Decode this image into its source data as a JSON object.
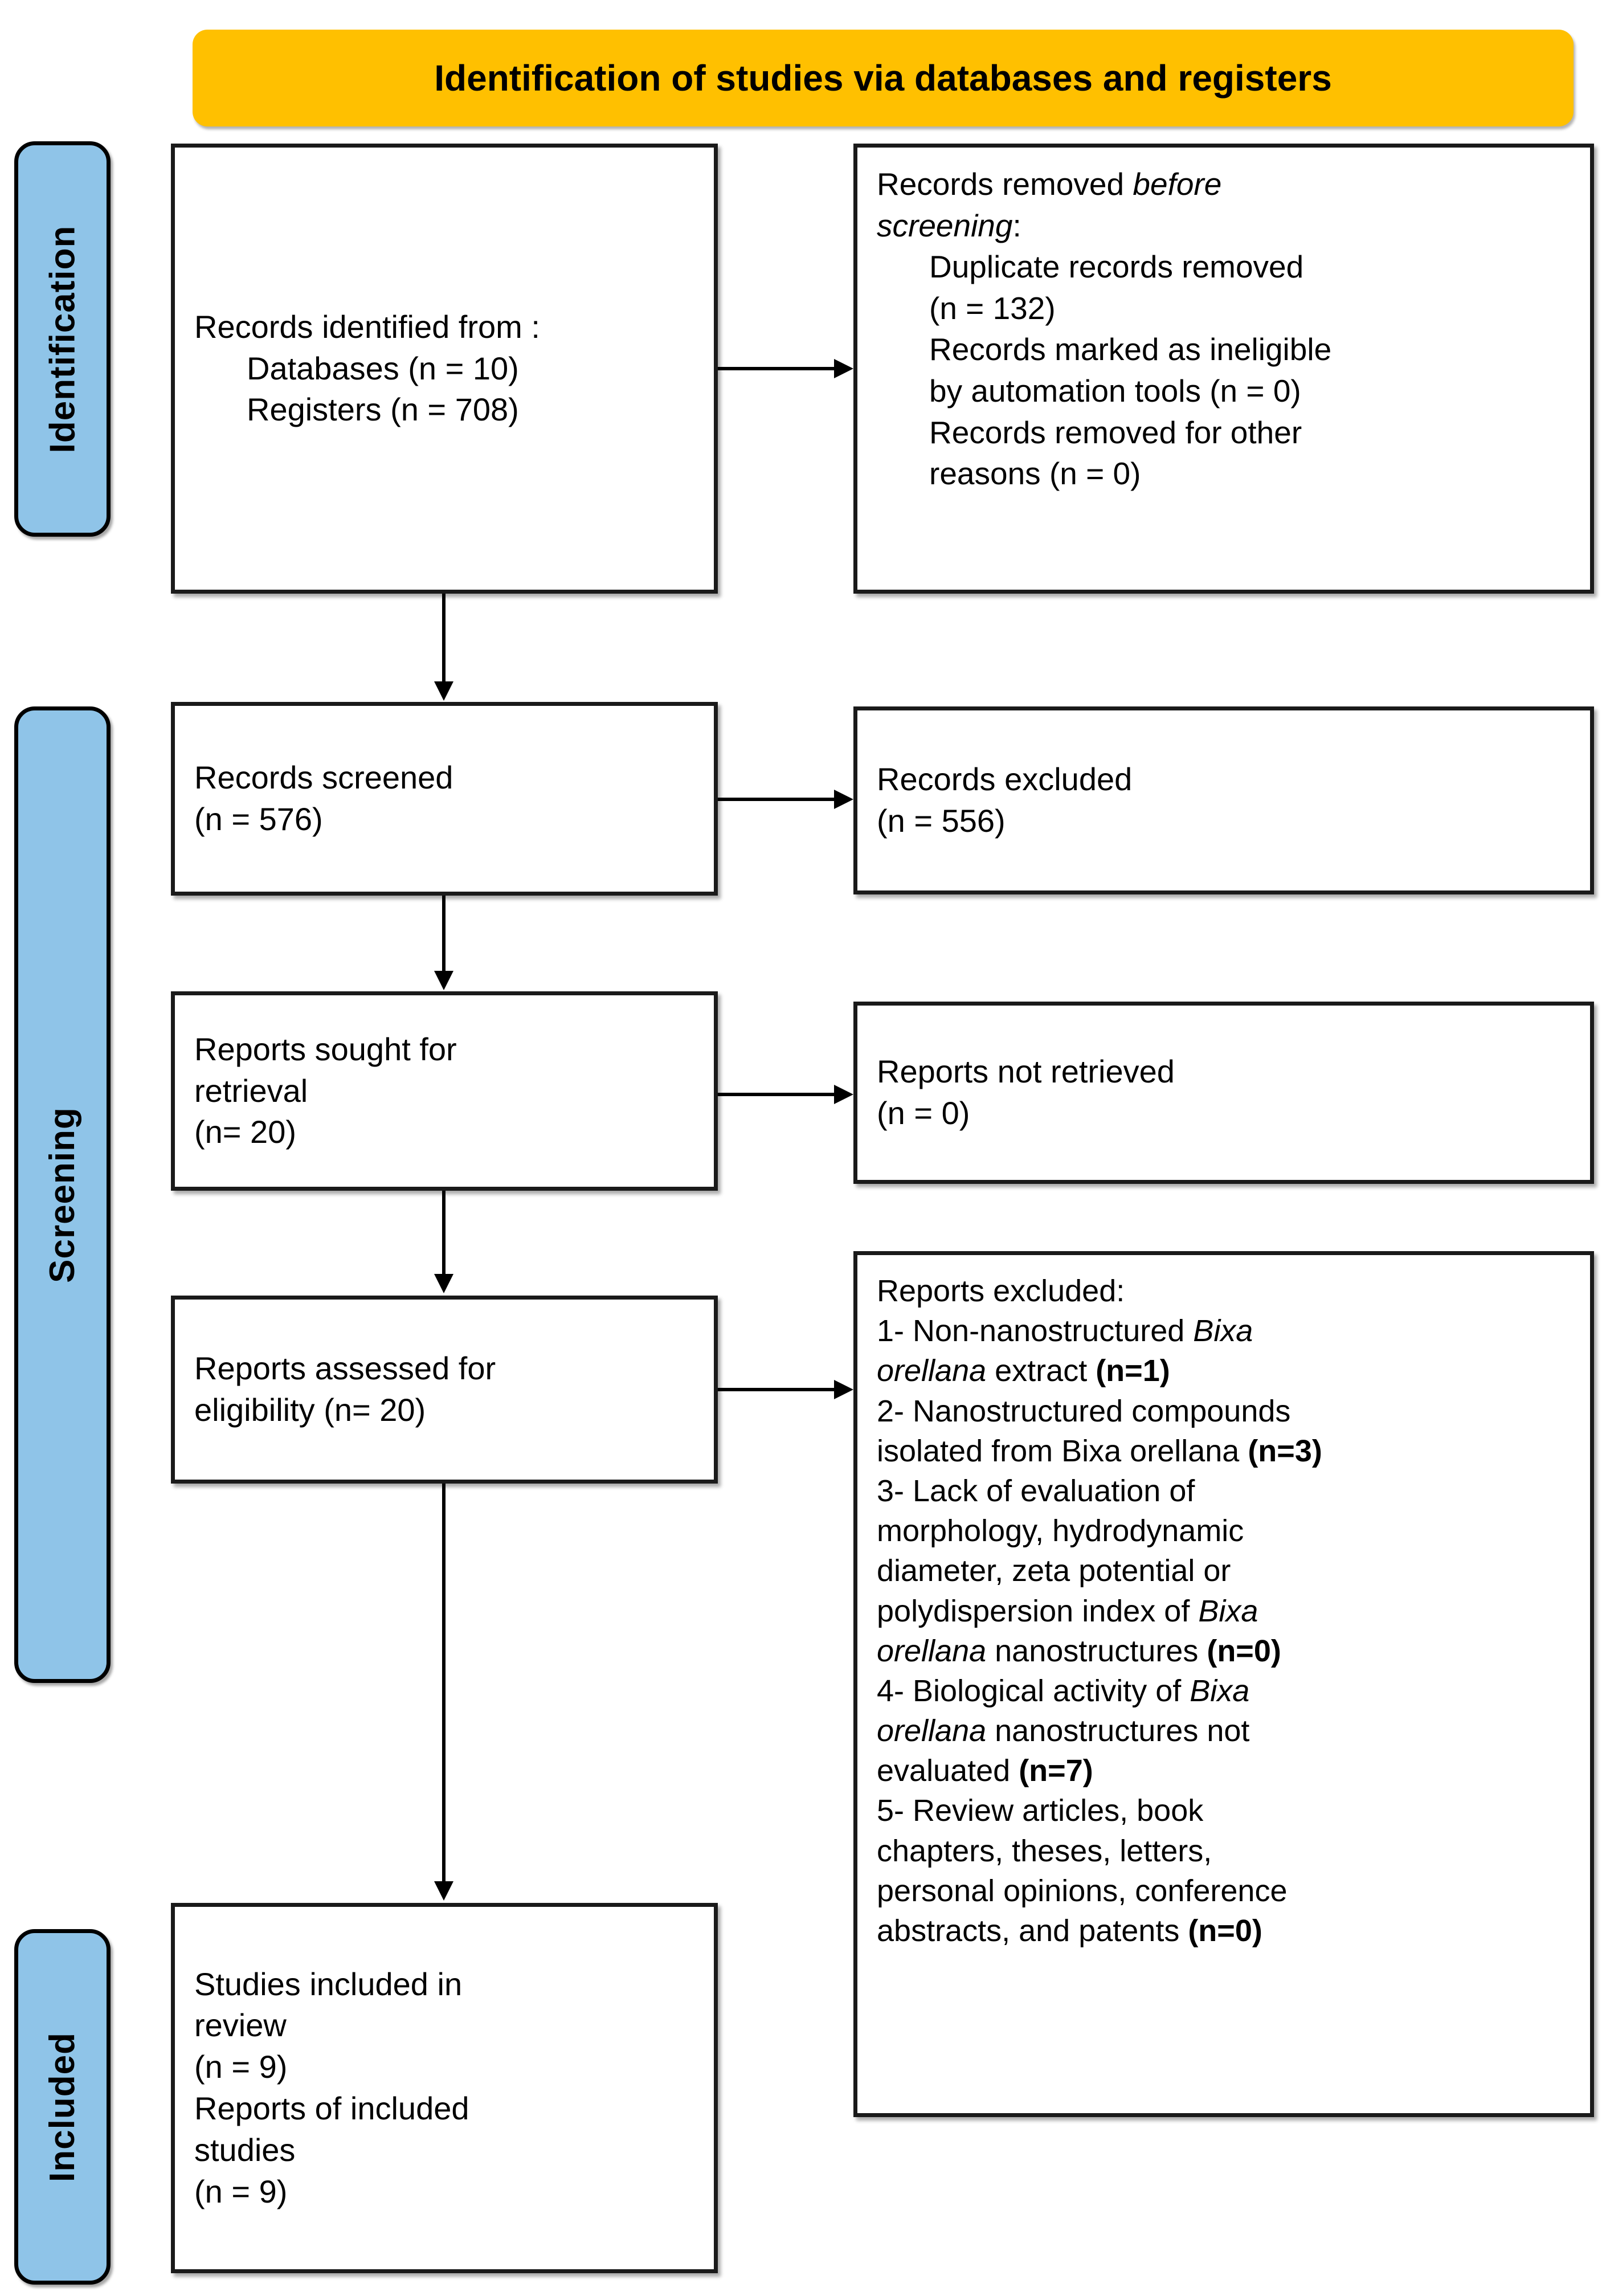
{
  "title": {
    "text": "Identification of studies via databases and registers",
    "background": "#FFC000"
  },
  "stages": {
    "identification": "Identification",
    "screening": "Screening",
    "included": "Included",
    "background": "#8FC4E8"
  },
  "boxes": {
    "identified": {
      "line1": "Records identified from :",
      "line2": "Databases (n = 10)",
      "line3": "Registers (n = 708)"
    },
    "removed": {
      "line1_prefix": "Records removed ",
      "line1_italic": "before",
      "line2_italic": "screening",
      "line2_suffix": ":",
      "line3": "Duplicate records removed",
      "line4": "(n = 132)",
      "line5": "Records marked as ineligible",
      "line6": "by automation tools (n = 0)",
      "line7": "Records removed for other",
      "line8": "reasons (n = 0)"
    },
    "screened": {
      "line1": "Records screened",
      "line2": "(n = 576)"
    },
    "excluded": {
      "line1": "Records excluded",
      "line2": "(n = 556)"
    },
    "sought": {
      "line1": "Reports sought for",
      "line2": "retrieval",
      "line3": "(n= 20)"
    },
    "not_retrieved": {
      "line1": "Reports not retrieved",
      "line2": "(n = 0)"
    },
    "assessed": {
      "line1": "Reports assessed for",
      "line2": "eligibility (n= 20)"
    },
    "reports_excluded": {
      "heading": "Reports excluded:",
      "item1_a": "1- Non-nanostructured ",
      "item1_italic1": "Bixa",
      "item1_italic2": "orellana",
      "item1_b": " extract ",
      "item1_bold": "(n=1)",
      "item2_a": "2- Nanostructured compounds",
      "item2_b": "isolated from Bixa orellana ",
      "item2_bold": "(n=3)",
      "item3_a": "3- Lack of evaluation of",
      "item3_b": "morphology, hydrodynamic",
      "item3_c": "diameter, zeta potential or",
      "item3_d": "polydispersion index of ",
      "item3_italic1": "Bixa",
      "item3_italic2": "orellana",
      "item3_e": " nanostructures ",
      "item3_bold": "(n=0)",
      "item4_a": "4- Biological activity of ",
      "item4_italic1": "Bixa",
      "item4_italic2": "orellana",
      "item4_b": " nanostructures not",
      "item4_c": "evaluated ",
      "item4_bold": "(n=7)",
      "item5_a": "5- Review articles, book",
      "item5_b": "chapters, theses, letters,",
      "item5_c": "personal opinions, conference",
      "item5_d": "abstracts, and patents ",
      "item5_bold": "(n=0)"
    },
    "included": {
      "line1": "Studies included in",
      "line2": "review",
      "line3": "(n = 9)",
      "line4": "Reports of included",
      "line5": "studies",
      "line6": "(n = 9)"
    }
  }
}
